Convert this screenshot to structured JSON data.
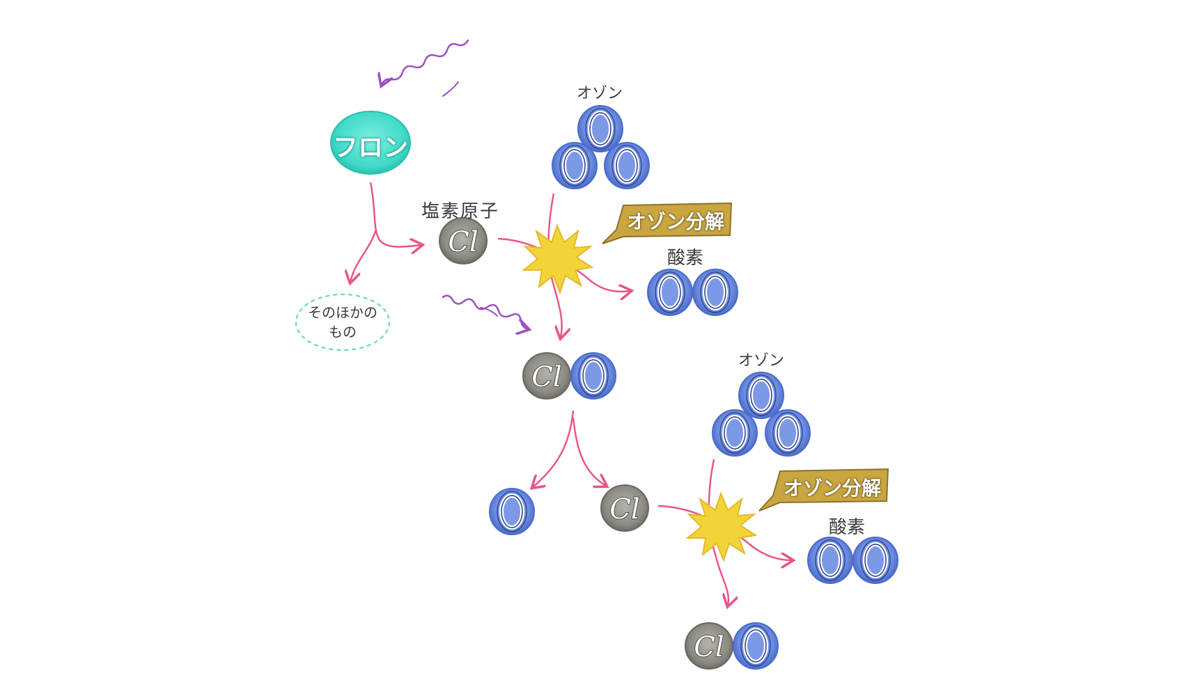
{
  "labels": {
    "freon": "フロン",
    "chlorine_atom": "塩素原子",
    "other_things_line1": "そのほかの",
    "other_things_line2": "もの",
    "ozone": "オゾン",
    "oxygen": "酸素",
    "ozone_decomposition": "オゾン分解"
  },
  "atoms": {
    "chlorine_symbol": "Cl",
    "oxygen_symbol": "O"
  },
  "colors": {
    "freon": "#3fd9c7",
    "oxygen_atom": "#5b7fd6",
    "chlorine_atom": "#8a8680",
    "arrow": "#e8558a",
    "uv_ray": "#9b4fc4",
    "burst": "#f2d438",
    "decomp_tag": "#c9a640",
    "dashed_outline": "#5fd1bf"
  }
}
